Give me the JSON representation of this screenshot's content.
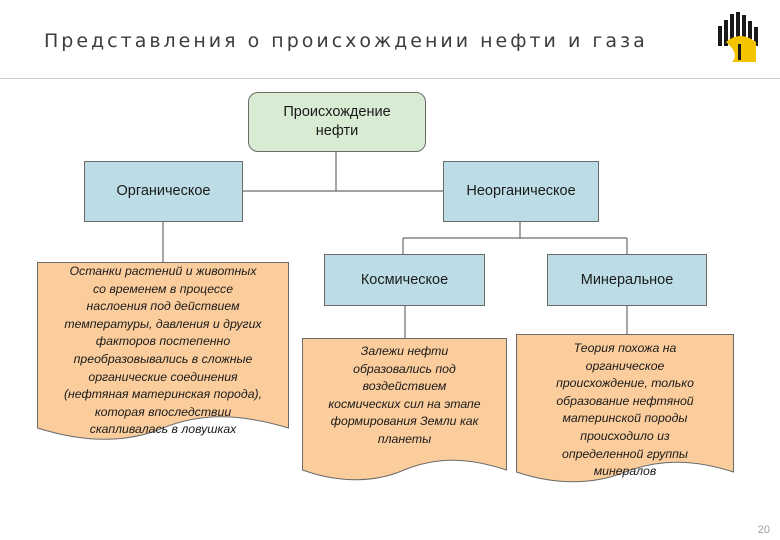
{
  "header": {
    "title": "Представления о происхождении нефти и газа"
  },
  "diagram": {
    "root": "Происхождение\nнефти",
    "organic": {
      "label": "Органическое",
      "description": "Останки растений и животных\nсо временем  в процессе\nнаслоения под действием\nтемпературы, давления и других\nфакторов постепенно\nпреобразовывались в сложные\nорганические соединения\n(нефтяная материнская порода),\nкоторая впоследствии\nскапливалась в ловушках"
    },
    "inorganic": {
      "label": "Неорганическое",
      "children": [
        {
          "label": "Космическое",
          "description": "Залежи нефти\nобразовались под\nвоздействием\nкосмических сил на этапе\nформирования Земли как\nпланеты"
        },
        {
          "label": "Минеральное",
          "description": "Теория похожа на\nорганическое\nпроисхождение, только\nобразование нефтяной\nматеринской породы\nпроисходило из\nопределенной группы\nминералов"
        }
      ]
    }
  },
  "colors": {
    "root_fill": "#d7ecd2",
    "category_fill": "#bcdde6",
    "note_fill": "#fbcd9c",
    "logo_black": "#1a1a1a",
    "logo_yellow": "#f5c400"
  },
  "logo_icon": "rosneft-logo-icon",
  "footer": {
    "page_number": "20"
  }
}
